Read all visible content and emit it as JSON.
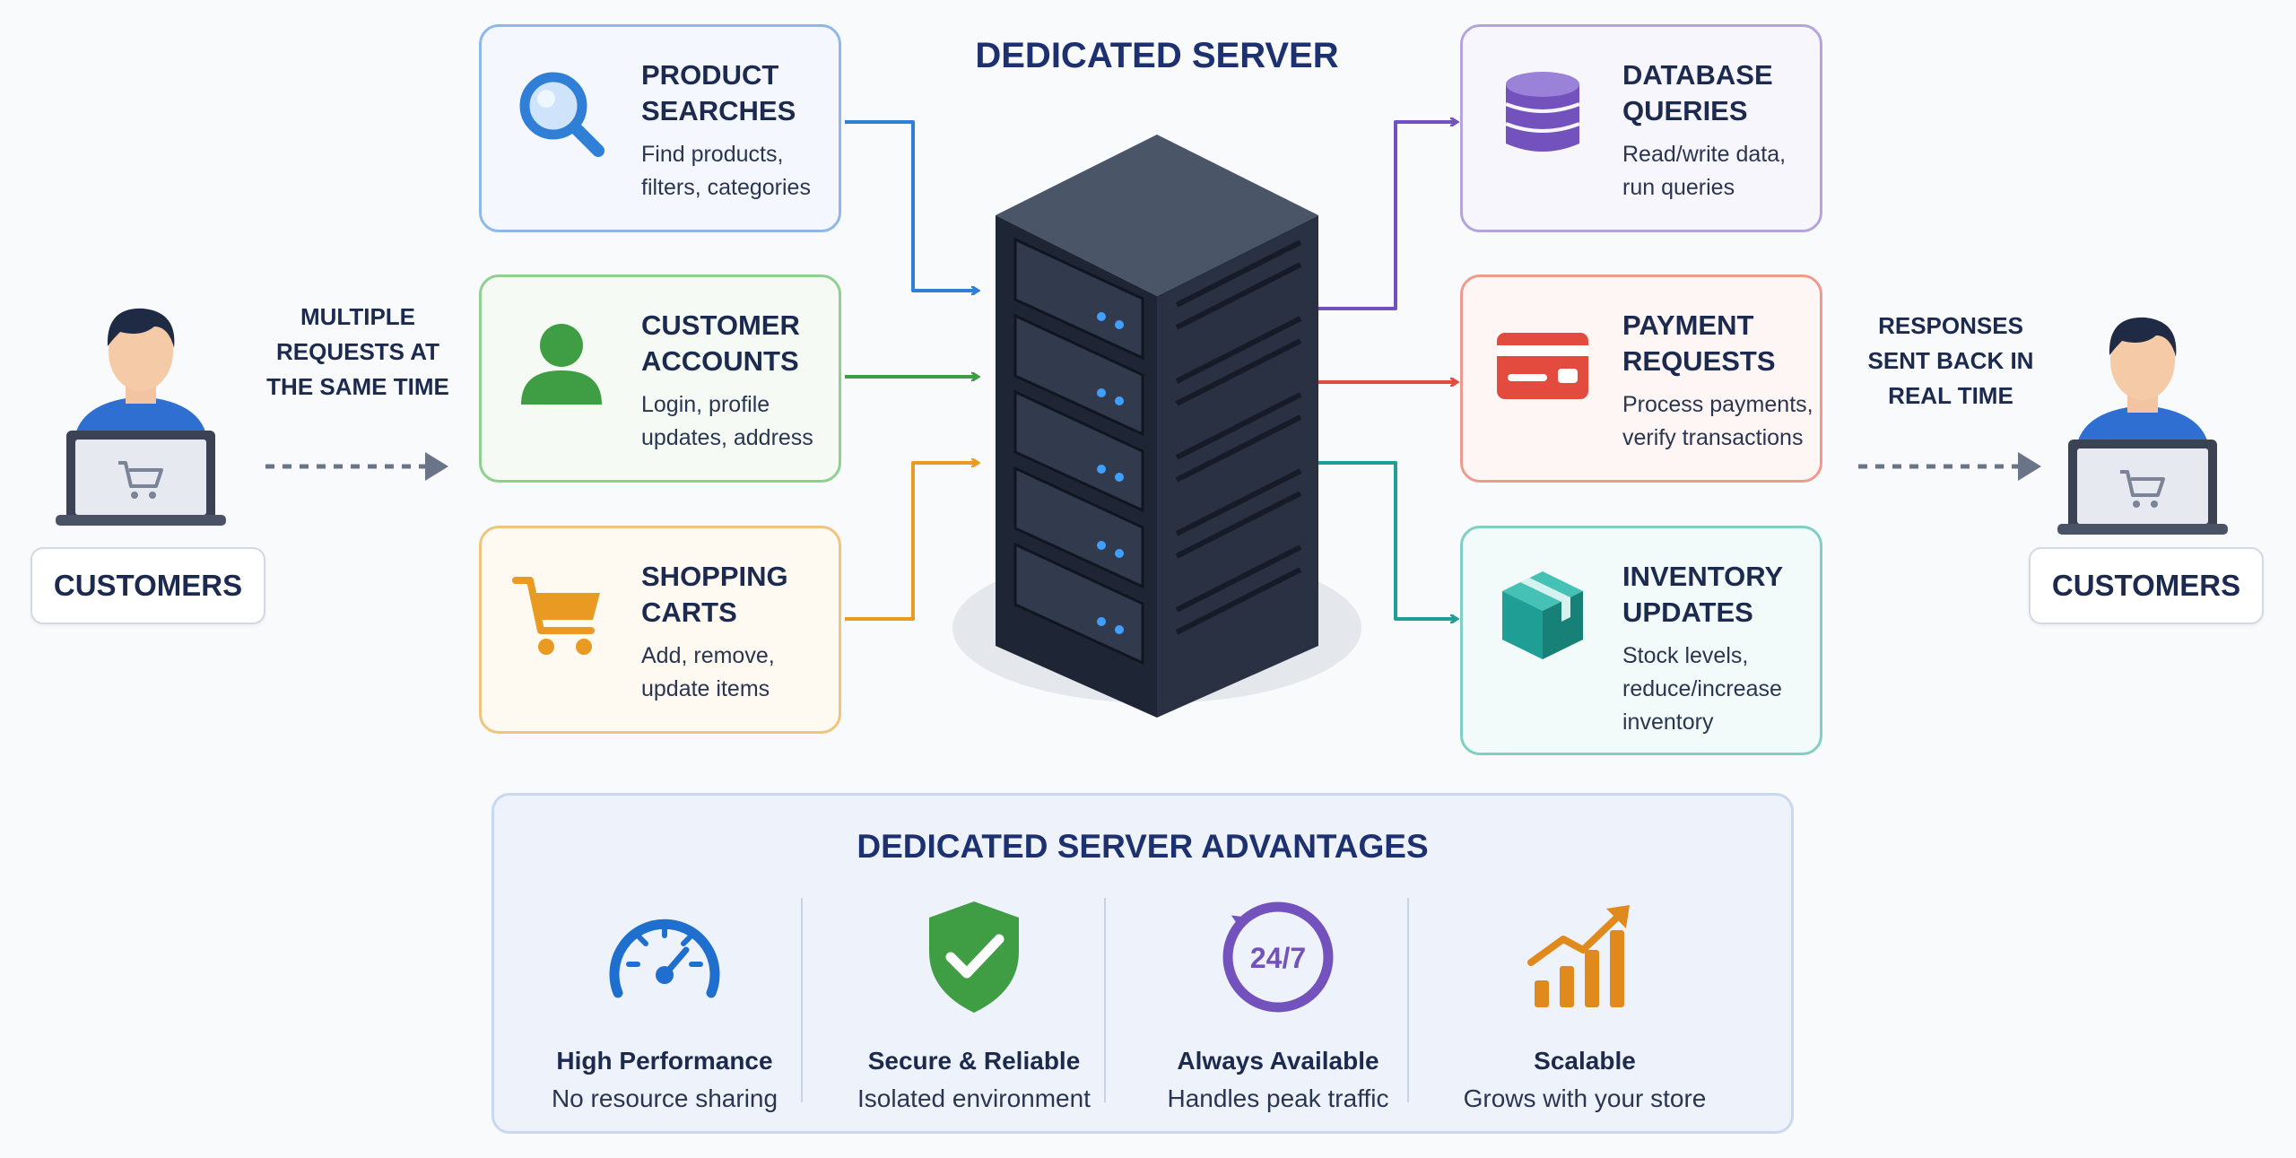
{
  "title": "DEDICATED SERVER",
  "left_label": "MULTIPLE REQUESTS AT THE SAME TIME",
  "right_label": "RESPONSES SENT BACK IN REAL TIME",
  "customers_left": "CUSTOMERS",
  "customers_right": "CUSTOMERS",
  "inputs": [
    {
      "title": "PRODUCT SEARCHES",
      "desc": "Find products, filters, categories",
      "icon": "magnifier-icon",
      "color": "#2f7fd6"
    },
    {
      "title": "CUSTOMER ACCOUNTS",
      "desc": "Login, profile updates, address",
      "icon": "user-icon",
      "color": "#3f9e43"
    },
    {
      "title": "SHOPPING CARTS",
      "desc": "Add, remove, update items",
      "icon": "cart-icon",
      "color": "#e89a22"
    }
  ],
  "outputs": [
    {
      "title": "DATABASE QUERIES",
      "desc": "Read/write data, run queries",
      "icon": "database-icon",
      "color": "#7452be"
    },
    {
      "title": "PAYMENT REQUESTS",
      "desc": "Process payments, verify transactions",
      "icon": "credit-card-icon",
      "color": "#e24b3d"
    },
    {
      "title": "INVENTORY UPDATES",
      "desc": "Stock levels, reduce/increase inventory",
      "icon": "package-icon",
      "color": "#1f9e95"
    }
  ],
  "advantages": {
    "title": "DEDICATED SERVER ADVANTAGES",
    "items": [
      {
        "name": "High Performance",
        "desc": "No resource sharing",
        "icon": "speedometer-icon",
        "color": "#1f6fce"
      },
      {
        "name": "Secure & Reliable",
        "desc": "Isolated environment",
        "icon": "shield-check-icon",
        "color": "#3f9e43"
      },
      {
        "name": "Always Available",
        "desc": "Handles peak traffic",
        "icon": "clock-24-7-icon",
        "icon_text": "24/7",
        "color": "#7452be"
      },
      {
        "name": "Scalable",
        "desc": "Grows with your store",
        "icon": "growth-chart-icon",
        "color": "#e08a1e"
      }
    ]
  }
}
